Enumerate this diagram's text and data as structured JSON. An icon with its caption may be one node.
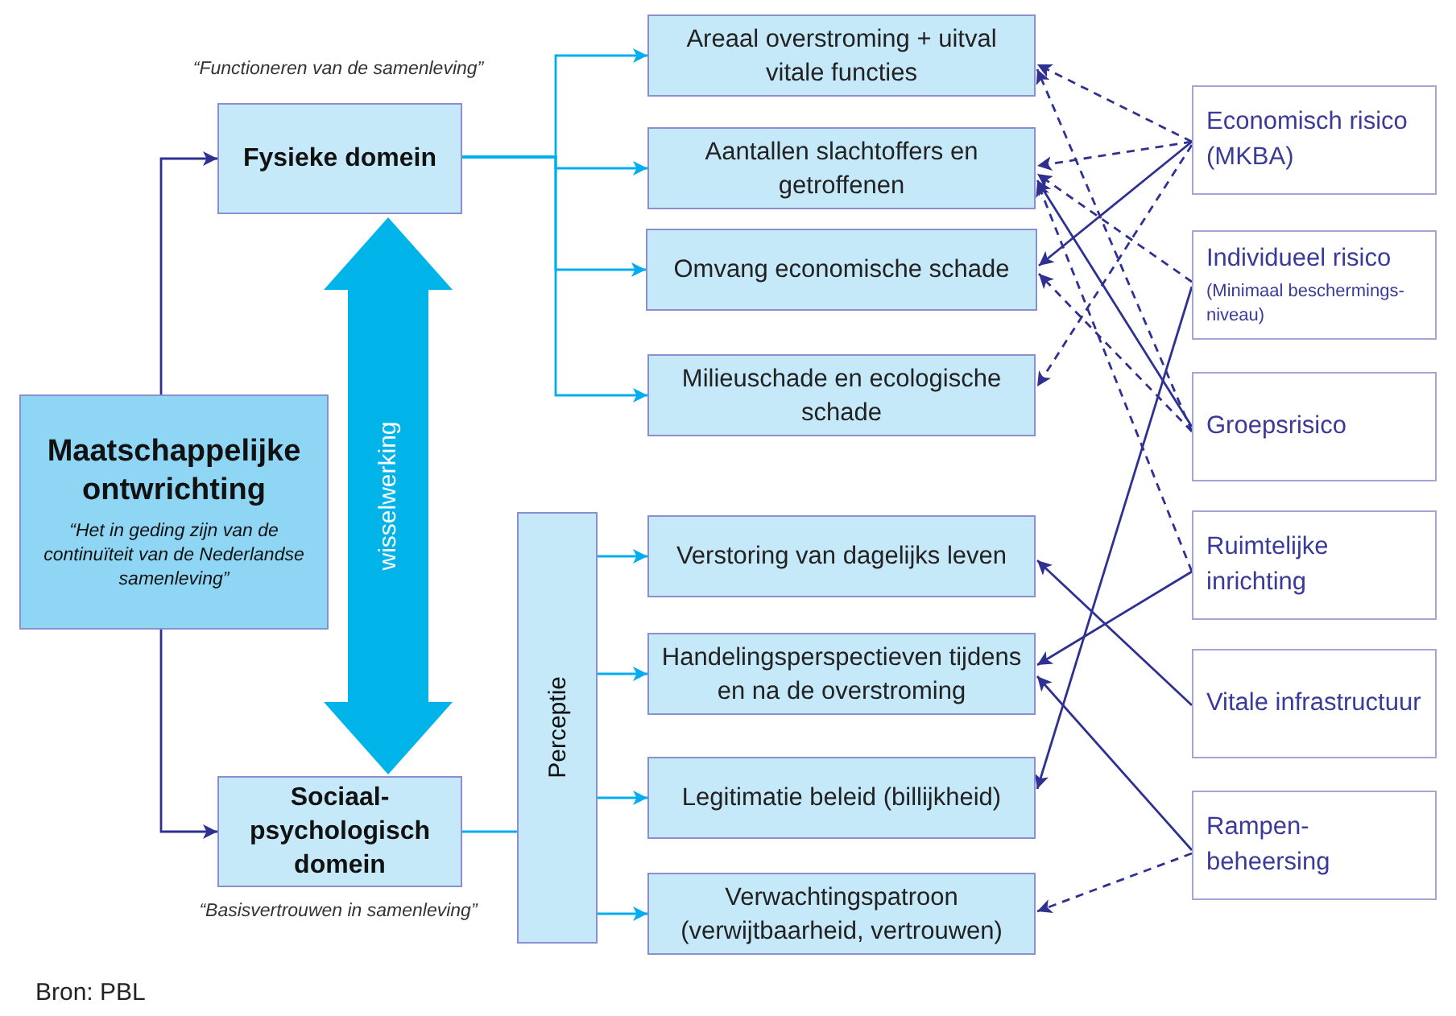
{
  "diagram": {
    "nodes": [
      {
        "text": [
          "Maatschappelijke ontwrichting",
          "“Het in geding zijn van de continuïteit van de Nederlandse samenleving”"
        ]
      },
      {
        "text": [
          "Fysieke domein"
        ],
        "beside": [
          "“Functioneren van de samenleving”"
        ]
      },
      {
        "text": [
          "Sociaal-psychologisch domein"
        ],
        "beside": [
          "“Basisvertrouwen in samenleving”"
        ]
      },
      {
        "text": [
          "Perceptie"
        ]
      },
      {
        "text": [
          "Areaal overstroming + uitval vitale functies"
        ]
      },
      {
        "text": [
          "Aantallen slachtoffers en getroffenen"
        ]
      },
      {
        "text": [
          "Omvang economische schade"
        ]
      },
      {
        "text": [
          "Milieuschade en ecologische schade"
        ]
      },
      {
        "text": [
          "Verstoring van dagelijks leven"
        ]
      },
      {
        "text": [
          "Handelingsperspectieven tijdens en na de overstroming"
        ]
      },
      {
        "text": [
          "Legitimatie beleid (billijkheid)"
        ]
      },
      {
        "text": [
          "Verwachtingspatroon (verwijtbaarheid, vertrouwen)"
        ]
      },
      {
        "text": [
          "Economisch risico (MKBA)"
        ]
      },
      {
        "text": [
          "Individueel risico",
          "(Minimaal beschermings-niveau)"
        ]
      },
      {
        "text": [
          "Groepsrisico"
        ]
      },
      {
        "text": [
          "Ruimtelijke inrichting"
        ]
      },
      {
        "text": [
          "Vitale infrastructuur"
        ]
      },
      {
        "text": [
          "Rampen-beheersing"
        ]
      }
    ],
    "edges": [
      {
        "from": 0,
        "to": 1,
        "arrow": "to"
      },
      {
        "from": 0,
        "to": 2,
        "arrow": "to"
      },
      {
        "from": 1,
        "to": 2,
        "arrow": "both",
        "label": "wisselwerking",
        "style": "thick",
        "color": "#00b4ea"
      },
      {
        "from": 1,
        "to": 4,
        "arrow": "to",
        "color": "#00aeef"
      },
      {
        "from": 1,
        "to": 5,
        "arrow": "to",
        "color": "#00aeef"
      },
      {
        "from": 1,
        "to": 6,
        "arrow": "to",
        "color": "#00aeef"
      },
      {
        "from": 1,
        "to": 7,
        "arrow": "to",
        "color": "#00aeef"
      },
      {
        "from": 2,
        "to": 3,
        "arrow": "none",
        "color": "#00aeef"
      },
      {
        "from": 3,
        "to": 8,
        "arrow": "to",
        "color": "#00aeef"
      },
      {
        "from": 3,
        "to": 9,
        "arrow": "to",
        "color": "#00aeef"
      },
      {
        "from": 3,
        "to": 10,
        "arrow": "to",
        "color": "#00aeef"
      },
      {
        "from": 3,
        "to": 11,
        "arrow": "to",
        "color": "#00aeef"
      },
      {
        "from": 12,
        "to": 4,
        "arrow": "to",
        "style": "dashed"
      },
      {
        "from": 12,
        "to": 5,
        "arrow": "to",
        "style": "dashed"
      },
      {
        "from": 12,
        "to": 6,
        "arrow": "to"
      },
      {
        "from": 12,
        "to": 7,
        "arrow": "to",
        "style": "dashed"
      },
      {
        "from": 13,
        "to": 5,
        "arrow": "to",
        "style": "dashed"
      },
      {
        "from": 13,
        "to": 10,
        "arrow": "to"
      },
      {
        "from": 14,
        "to": 4,
        "arrow": "to",
        "style": "dashed"
      },
      {
        "from": 14,
        "to": 5,
        "arrow": "to"
      },
      {
        "from": 14,
        "to": 6,
        "arrow": "to",
        "style": "dashed"
      },
      {
        "from": 15,
        "to": 5,
        "arrow": "to",
        "style": "dashed"
      },
      {
        "from": 15,
        "to": 9,
        "arrow": "to"
      },
      {
        "from": 16,
        "to": 8,
        "arrow": "to"
      },
      {
        "from": 17,
        "to": 9,
        "arrow": "to"
      },
      {
        "from": 17,
        "to": 11,
        "arrow": "to",
        "style": "dashed"
      }
    ],
    "labels": [
      "Bron: PBL"
    ]
  }
}
